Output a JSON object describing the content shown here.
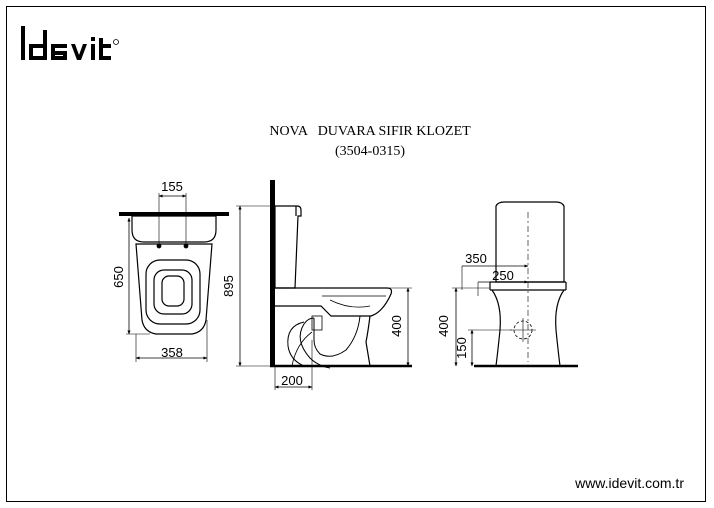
{
  "brand": {
    "logo_text": "Idevit"
  },
  "header": {
    "title_line1": "NOVA   DUVARA SIFIR KLOZET",
    "title_line2": "(3504-0315)"
  },
  "top_view": {
    "dim_hole_spacing": "155",
    "dim_depth": "650",
    "dim_width": "358"
  },
  "side_view": {
    "dim_total_height": "895",
    "dim_seat_height": "400",
    "dim_outlet_offset": "200"
  },
  "rear_view": {
    "dim_350": "350",
    "dim_250": "250",
    "dim_height_400": "400",
    "dim_height_150": "150"
  },
  "footer": {
    "website": "www.idevit.com.tr"
  },
  "colors": {
    "ink": "#000000",
    "background": "#ffffff"
  }
}
